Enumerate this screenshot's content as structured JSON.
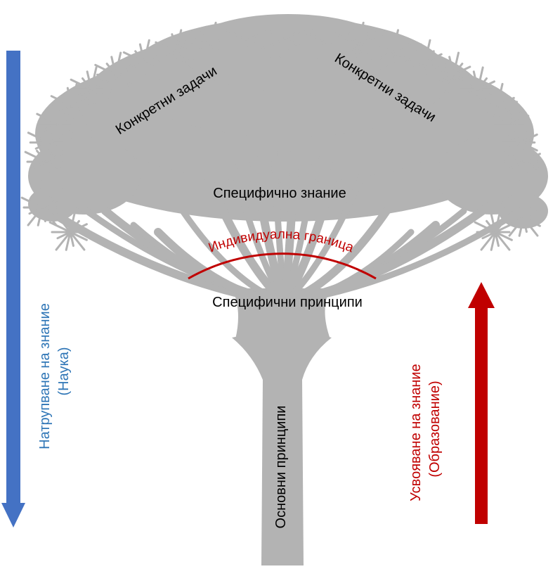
{
  "labels": {
    "tasks_left": "Конкретни задачи",
    "tasks_right": "Конкретни задачи",
    "specific_knowledge": "Специфично знание",
    "individual_boundary": "Индивидуална граница",
    "specific_principles": "Специфични принципи",
    "basic_principles": "Основни принципи"
  },
  "left_arrow": {
    "line1": "Натрупване на знание",
    "line2": "(Наука)"
  },
  "right_arrow": {
    "line1": "Усвояване на знание",
    "line2": "(Образование)"
  },
  "colors": {
    "tree": "#b3b3b3",
    "tree_dark": "#a6a6a6",
    "science": "#4472c4",
    "science_text": "#2e75b6",
    "education": "#c00000",
    "boundary": "#c00000",
    "text": "#000000"
  },
  "icons": {
    "tree": "dragon-tree-icon",
    "down_arrow": "down-arrow-icon",
    "up_arrow": "up-arrow-icon"
  }
}
